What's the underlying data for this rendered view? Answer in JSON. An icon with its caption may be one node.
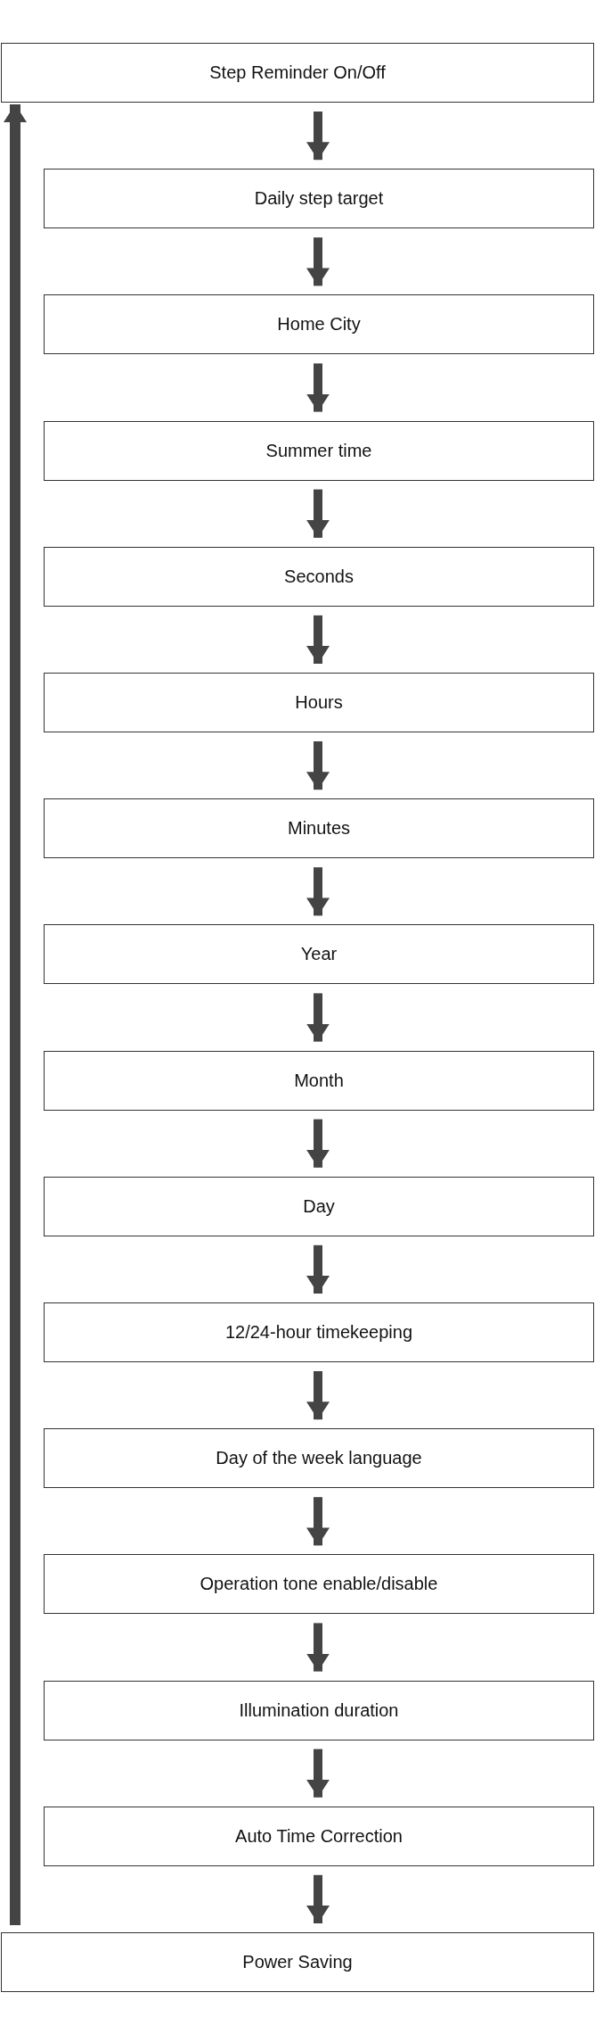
{
  "diagram": {
    "nodes": [
      {
        "text": [
          "Step Reminder On/Off"
        ]
      },
      {
        "text": [
          "Daily step target"
        ]
      },
      {
        "text": [
          "Home City"
        ]
      },
      {
        "text": [
          "Summer time"
        ]
      },
      {
        "text": [
          "Seconds"
        ]
      },
      {
        "text": [
          "Hours"
        ]
      },
      {
        "text": [
          "Minutes"
        ]
      },
      {
        "text": [
          "Year"
        ]
      },
      {
        "text": [
          "Month"
        ]
      },
      {
        "text": [
          "Day"
        ]
      },
      {
        "text": [
          "12/24-hour timekeeping"
        ]
      },
      {
        "text": [
          "Day of the week language"
        ]
      },
      {
        "text": [
          "Operation tone enable/disable"
        ]
      },
      {
        "text": [
          "Illumination duration"
        ]
      },
      {
        "text": [
          "Auto Time Correction"
        ]
      },
      {
        "text": [
          "Power Saving"
        ]
      }
    ],
    "edges": [
      {
        "from": 0,
        "to": 1,
        "arrow": "to"
      },
      {
        "from": 1,
        "to": 2,
        "arrow": "to"
      },
      {
        "from": 2,
        "to": 3,
        "arrow": "to"
      },
      {
        "from": 3,
        "to": 4,
        "arrow": "to"
      },
      {
        "from": 4,
        "to": 5,
        "arrow": "to"
      },
      {
        "from": 5,
        "to": 6,
        "arrow": "to"
      },
      {
        "from": 6,
        "to": 7,
        "arrow": "to"
      },
      {
        "from": 7,
        "to": 8,
        "arrow": "to"
      },
      {
        "from": 8,
        "to": 9,
        "arrow": "to"
      },
      {
        "from": 9,
        "to": 10,
        "arrow": "to"
      },
      {
        "from": 10,
        "to": 11,
        "arrow": "to"
      },
      {
        "from": 11,
        "to": 12,
        "arrow": "to"
      },
      {
        "from": 12,
        "to": 13,
        "arrow": "to"
      },
      {
        "from": 13,
        "to": 14,
        "arrow": "to"
      },
      {
        "from": 14,
        "to": 15,
        "arrow": "to"
      },
      {
        "from": 15,
        "to": 0,
        "arrow": "to"
      }
    ]
  }
}
